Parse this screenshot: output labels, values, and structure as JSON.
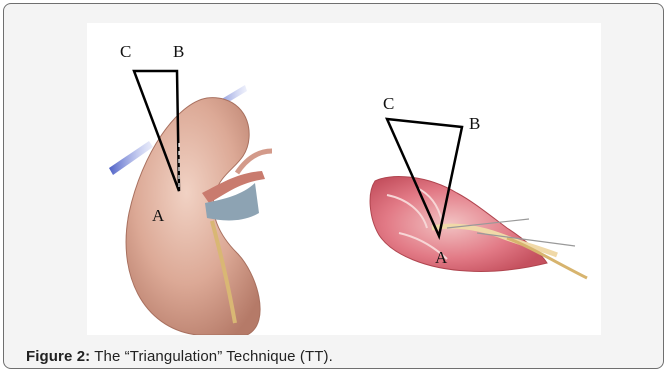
{
  "figure": {
    "caption_label": "Figure 2:",
    "caption_text": " The “Triangulation” Technique (TT).",
    "left_panel": {
      "vertex_c": "C",
      "vertex_b": "B",
      "vertex_a": "A"
    },
    "right_panel": {
      "vertex_c": "C",
      "vertex_b": "B",
      "vertex_a": "A"
    }
  }
}
